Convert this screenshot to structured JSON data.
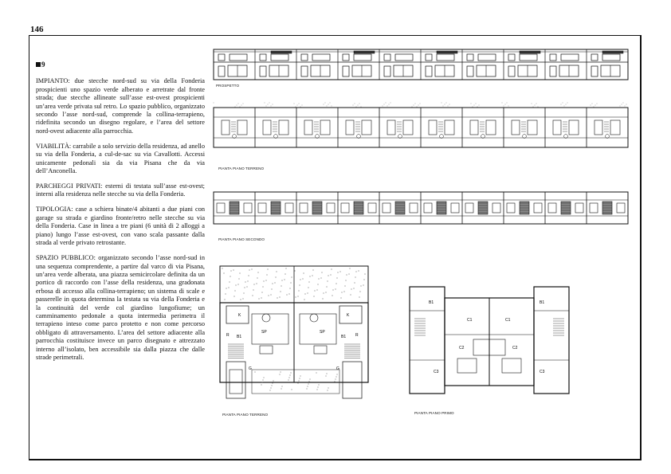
{
  "page_number": "146",
  "item_number": "9",
  "paragraphs": [
    {
      "lead": "IMPIANTO:",
      "body": " due stecche nord-sud su via della Fonderia prospicienti uno spazio verde alberato e arretrate dal fronte strada; due stecche allineate sull’asse est-ovest prospicienti un’area verde privata sul retro. Lo spazio pubblico, organizzato secondo l’asse nord-sud, comprende la collina-terrapieno, ridefinita secondo un disegno regolare, e l’area del settore nord-ovest adiacente alla parrocchia."
    },
    {
      "lead": "VIABILITÀ:",
      "body": " carrabile a solo servizio della residenza, ad anello su via della Fonderia, a cul-de-sac su via Cavallotti. Accessi unicamente pedonali sia da via Pisana che da via dell’Anconella."
    },
    {
      "lead": "PARCHEGGI PRIVATI:",
      "body": " esterni di testata sull’asse est-ovest; interni alla residenza nelle stecche su via della Fonderia."
    },
    {
      "lead": "TIPOLOGIA:",
      "body": " case a schiera binate/4 abitanti a due piani con garage su strada e giardino fronte/retro nelle stecche su via della Fonderia. Case in linea a tre piani (6 unità di 2 alloggi a piano) lungo l’asse est-ovest, con vano scala passante dalla strada al verde privato retrostante."
    },
    {
      "lead": "SPAZIO PUBBLICO:",
      "body": " organizzato secondo l’asse nord-sud in una sequenza comprendente, a partire dal varco di via Pisana, un’area verde alberata, una piazza semicircolare definita da un portico di raccordo con l’asse della residenza, una gradonata erbosa di accesso alla collina-terrapieno; un sistema di scale e passerelle in quota determina la testata su via della Fonderia e la continuità del verde col giardino lungofiume; un camminamento pedonale a quota intermedia perimetra il terrapieno inteso come parco protetto e non come percorso obbligato di attraversamento. L’area del settore adiacente alla parrocchia costituisce invece un parco disegnato e attrezzato interno all’isolato, ben accessibile sia dalla piazza che dalle strade perimetrali."
    }
  ],
  "captions": {
    "prospetto": "PROSPETTO",
    "piano_terreno_top": "PIANTA PIANO TERRENO",
    "piano_secondo": "PIANTA PIANO SECONDO",
    "piano_terreno_bottom": "PIANTA PIANO TERRENO",
    "piano_primo": "PIANTA PIANO PRIMO"
  },
  "plan_labels": {
    "room_k": "K",
    "room_sp": "SP",
    "room_r": "R",
    "room_b1": "B1",
    "room_g": "G",
    "room_c1": "C1",
    "room_c2": "C2",
    "room_c3": "C3"
  }
}
